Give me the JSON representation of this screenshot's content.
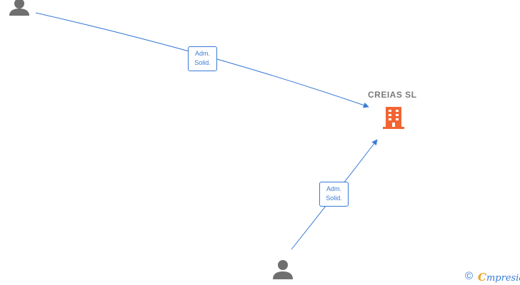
{
  "company": {
    "name": "CREIAS  SL",
    "icon": "building-icon",
    "icon_color": "#f26533"
  },
  "persons": [
    {
      "icon": "person-icon",
      "color": "#6f6f6f"
    },
    {
      "icon": "person-icon",
      "color": "#6f6f6f"
    }
  ],
  "relations": [
    {
      "from": "person-1",
      "to": "company",
      "label_line1": "Adm.",
      "label_line2": "Solid."
    },
    {
      "from": "person-2",
      "to": "company",
      "label_line1": "Adm.",
      "label_line2": "Solid."
    }
  ],
  "footer": {
    "copyright_symbol": "©",
    "brand_initial": "C",
    "brand_rest": "mpresia"
  },
  "colors": {
    "edge": "#3a7bd5",
    "company_name": "#7a7a7a"
  }
}
